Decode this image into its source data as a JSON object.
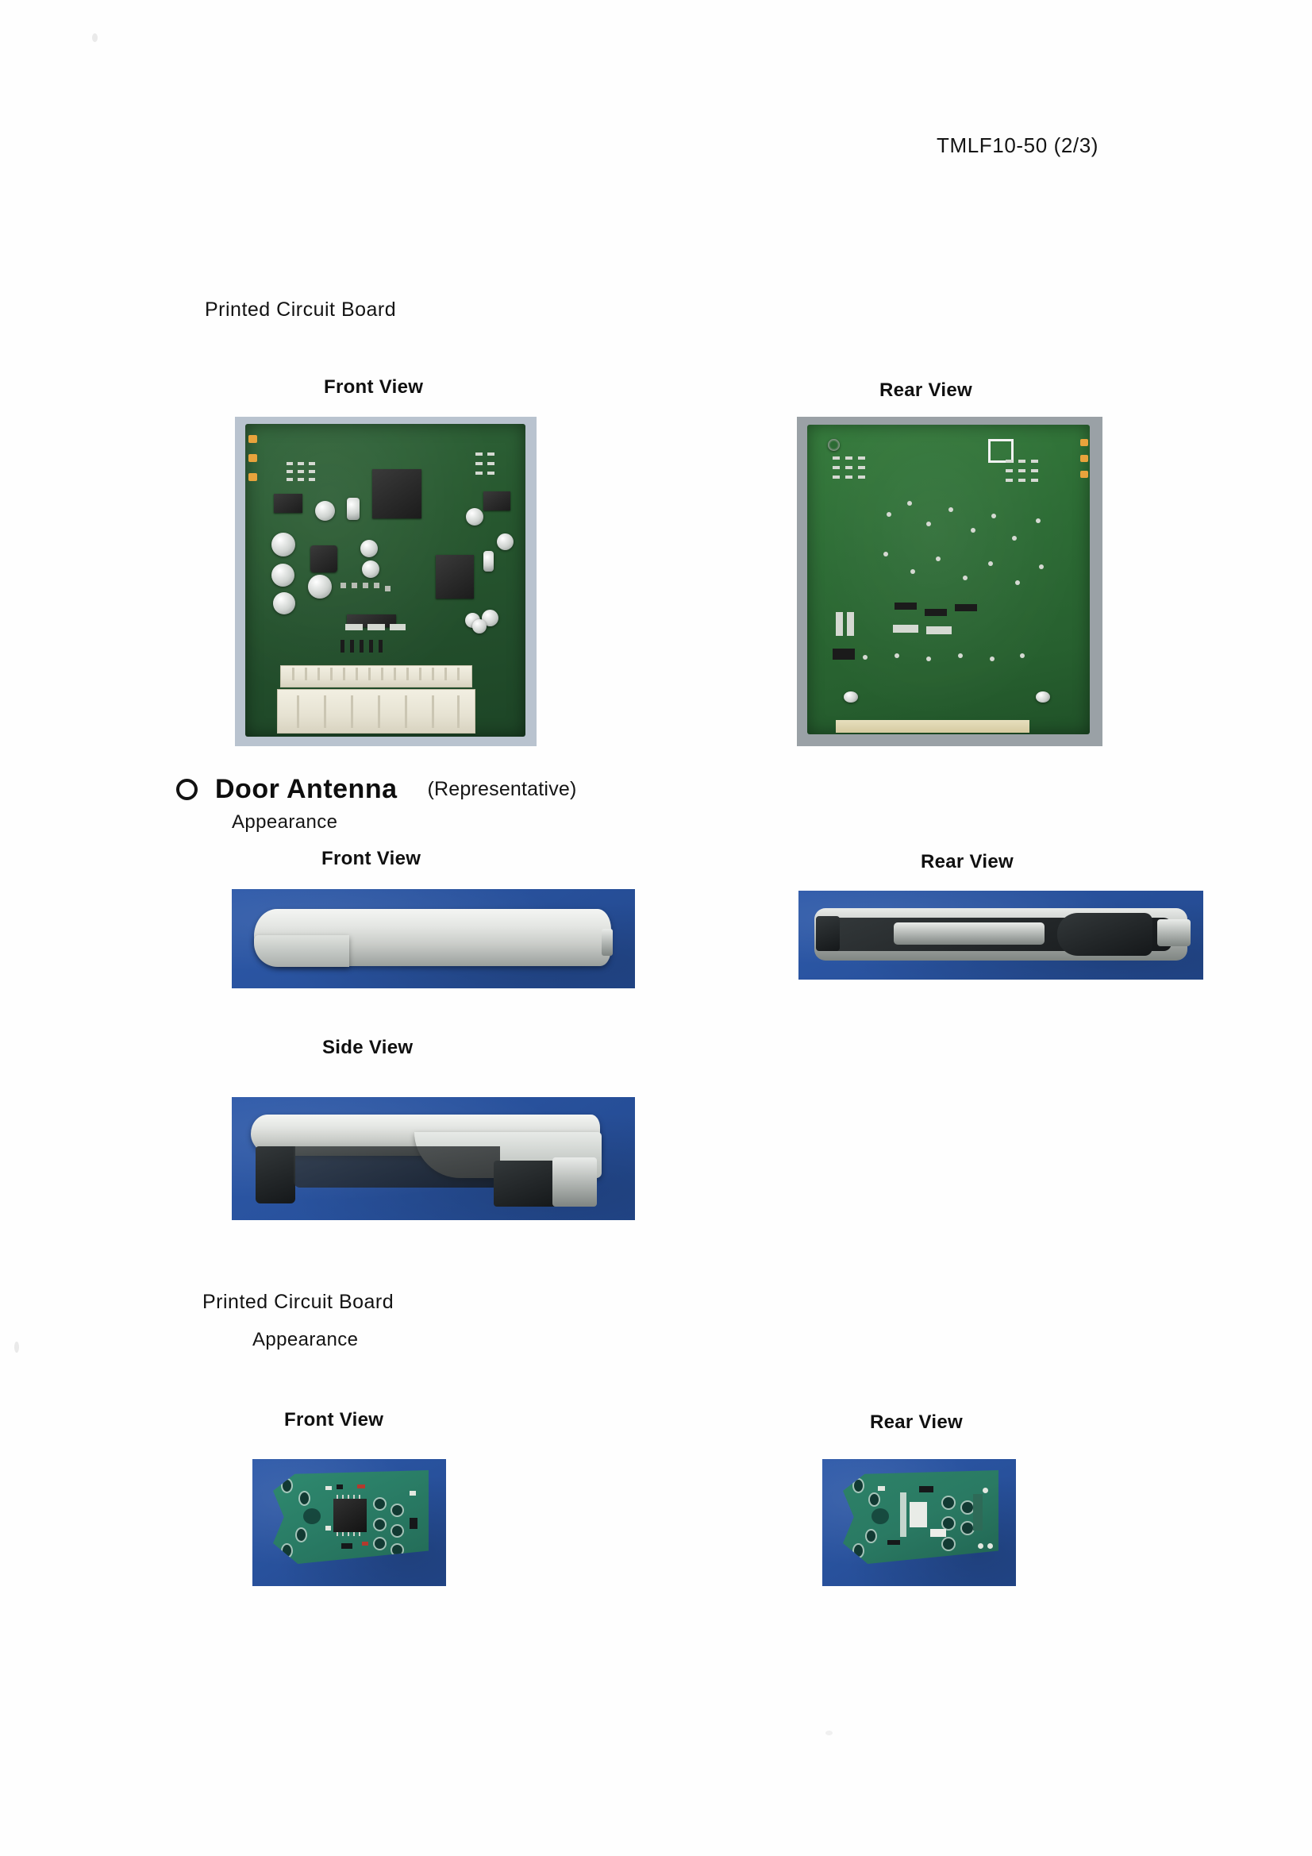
{
  "document": {
    "header_code": "TMLF10-50 (2/3)"
  },
  "sections": [
    {
      "id": "top-pcb",
      "title": "Printed Circuit Board",
      "views": [
        {
          "label": "Front View",
          "photo": "pcb-front-photo"
        },
        {
          "label": "Rear View",
          "photo": "pcb-rear-photo"
        }
      ]
    },
    {
      "id": "door-antenna",
      "bullet": "circle-outline",
      "title": "Door Antenna",
      "qualifier": "(Representative)",
      "subtitle": "Appearance",
      "views": [
        {
          "label": "Front View",
          "photo": "handle-front-photo"
        },
        {
          "label": "Rear View",
          "photo": "handle-rear-photo"
        },
        {
          "label": "Side View",
          "photo": "handle-side-photo"
        }
      ]
    },
    {
      "id": "antenna-pcb",
      "title": "Printed Circuit Board",
      "subtitle": "Appearance",
      "views": [
        {
          "label": "Front View",
          "photo": "antenna-pcb-front-photo"
        },
        {
          "label": "Rear View",
          "photo": "antenna-pcb-rear-photo"
        }
      ]
    }
  ],
  "colors": {
    "page_background": "#ffffff",
    "text": "#111111",
    "pcb_green": "#2a6b33",
    "pcb_front_backdrop": "#b9c3cf",
    "pcb_rear_backdrop": "#9aa1a6",
    "photo_blue_backdrop": "#2a55a4",
    "connector_cream": "#f2efe2",
    "handle_silver": "#e4e6e3",
    "antenna_pcb_teal": "#2a7d66",
    "solder_pad_orange": "#e8a33c"
  }
}
